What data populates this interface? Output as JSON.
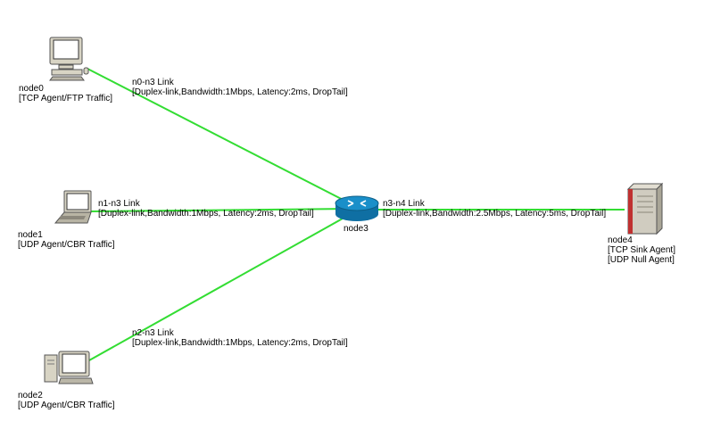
{
  "colors": {
    "link": "#33dd33",
    "router": "#1a8fc9",
    "computer_body": "#d8d4c4",
    "screen": "#ffffff",
    "server_body": "#d0ccc0",
    "server_accent": "#c03030"
  },
  "nodes": [
    {
      "id": "node0",
      "icon": "desktop-computer-icon",
      "name": "node0",
      "role": "[TCP Agent/FTP Traffic]"
    },
    {
      "id": "node1",
      "icon": "laptop-icon",
      "name": "node1",
      "role": "[UDP Agent/CBR Traffic]"
    },
    {
      "id": "node2",
      "icon": "desktop-tower-computer-icon",
      "name": "node2",
      "role": "[UDP Agent/CBR Traffic]"
    },
    {
      "id": "node3",
      "icon": "router-icon",
      "name": "node3"
    },
    {
      "id": "node4",
      "icon": "server-icon",
      "name": "node4",
      "role": "[TCP Sink Agent]",
      "role2": "[UDP Null Agent]"
    }
  ],
  "links": [
    {
      "id": "n0-n3",
      "name": "n0-n3 Link",
      "detail": "[Duplex-link,Bandwidth:1Mbps, Latency:2ms, DropTail]"
    },
    {
      "id": "n1-n3",
      "name": "n1-n3 Link",
      "detail": "[Duplex-link,Bandwidth:1Mbps, Latency:2ms, DropTail]"
    },
    {
      "id": "n2-n3",
      "name": "n2-n3 Link",
      "detail": "[Duplex-link,Bandwidth:1Mbps, Latency:2ms, DropTail]"
    },
    {
      "id": "n3-n4",
      "name": "n3-n4 Link",
      "detail": "[Duplex-link,Bandwidth:2.5Mbps, Latency:5ms, DropTail]"
    }
  ]
}
